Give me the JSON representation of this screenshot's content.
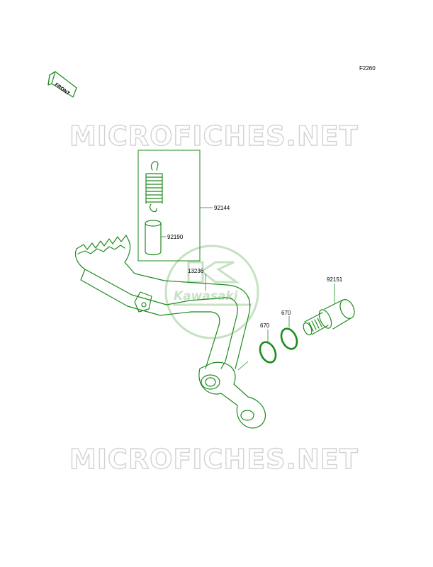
{
  "diagram_code": "F2260",
  "front_label": "FRONT",
  "watermark_text": "MICROFICHES.NET",
  "brand_logo_text": "Kawasaki",
  "parts": [
    {
      "id": "spring",
      "label": "92144"
    },
    {
      "id": "collar",
      "label": "92190"
    },
    {
      "id": "pedal",
      "label": "13236"
    },
    {
      "id": "oring_right",
      "label": "670"
    },
    {
      "id": "oring_left",
      "label": "670"
    },
    {
      "id": "pivot",
      "label": "92151"
    }
  ],
  "colors": {
    "line": "#1e8a1e",
    "watermark": "#d2d2d2",
    "logo": "#c6e2c2"
  }
}
